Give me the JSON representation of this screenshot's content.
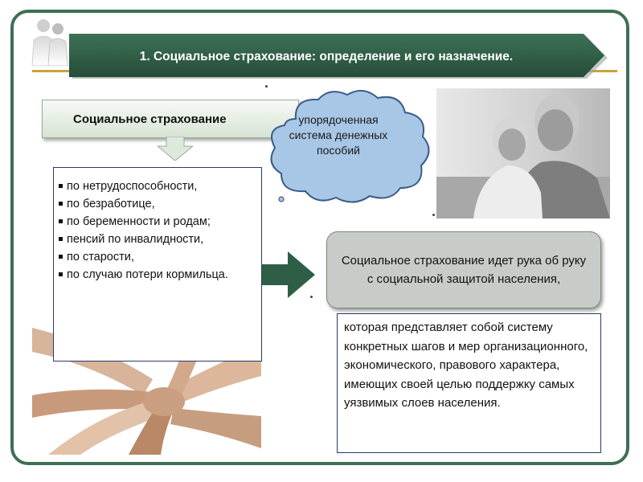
{
  "slide": {
    "title": "1. Социальное страхование: определение и его назначение.",
    "term": "Социальное страхование",
    "cloud_text": "упорядоченная система денежных пособий",
    "list_items": [
      "по нетрудоспособности,",
      "по безработице,",
      "по беременности и родам;",
      "пенсий по инвалидности,",
      "по старости,",
      "по случаю потери кормильца."
    ],
    "social_protection_text": "Социальное страхование идет рука об руку с социальной защитой населения,",
    "description_text": "которая представляет собой систему конкретных шагов и мер организационного, экономического, правового характера, имеющих своей целью поддержку самых уязвимых слоев населения."
  },
  "colors": {
    "frame": "#3e6f55",
    "banner": "#2f5e46",
    "arrow": "#2f5e46",
    "cloud": "#a8c6e6",
    "grey_box": "#c8ccc8"
  },
  "images": {
    "logo": "people-silhouette-logo",
    "elderly_couple": "elderly-couple-photo",
    "hands": "stacked-hands-photo"
  }
}
